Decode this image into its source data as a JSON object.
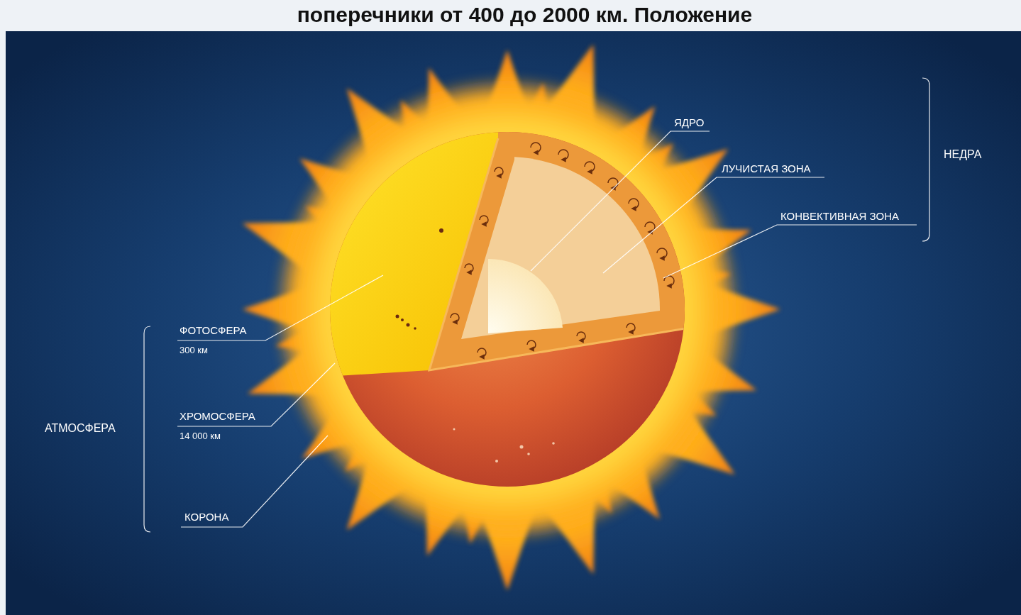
{
  "diagram": {
    "labels": [
      "поперечники от 400 до 2000 км. Положение",
      "ЯДРО",
      "ЛУЧИСТАЯ ЗОНА",
      "КОНВЕКТИВНАЯ ЗОНА",
      "НЕДРА",
      "ФОТОСФЕРА",
      "300 км",
      "АТМОСФЕРА",
      "ХРОМОСФЕРА",
      "14 000 км",
      "КОРОНА"
    ]
  }
}
